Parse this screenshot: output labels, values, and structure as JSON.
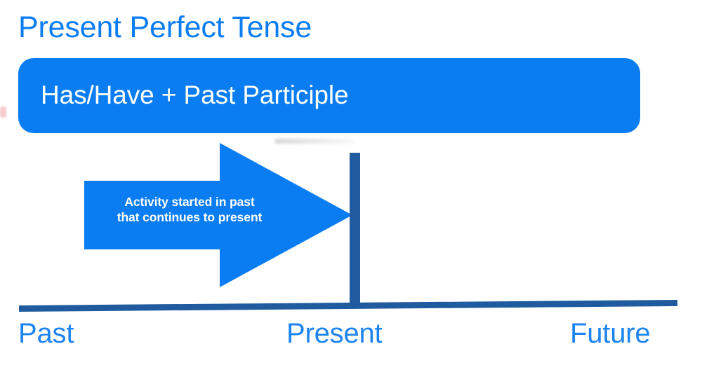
{
  "slide": {
    "title": "Present Perfect Tense",
    "background_color": "#ffffff"
  },
  "formula": {
    "text": "Has/Have + Past Participle",
    "box_color": "#0b7df2",
    "text_color": "#ffffff"
  },
  "arrow": {
    "color": "#0b7df2",
    "direction": "right",
    "caption_line_1": "Activity started in past",
    "caption_line_2": "that continues to present",
    "caption_color": "#ffffff"
  },
  "timeline": {
    "color": "#1f5b9e",
    "marker_color": "#1f5b9e",
    "label_color": "#1e85f0",
    "labels": [
      {
        "text": "Past"
      },
      {
        "text": "Present"
      },
      {
        "text": "Future"
      }
    ]
  }
}
